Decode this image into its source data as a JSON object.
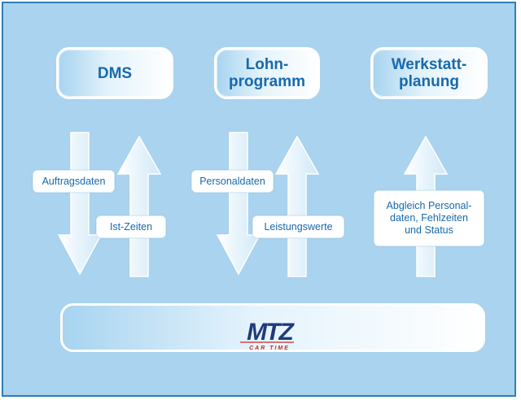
{
  "top_boxes": {
    "dms": "DMS",
    "lohn": "Lohn-\nprogramm",
    "werkstatt": "Werkstatt-\nplanung"
  },
  "labels": {
    "auftragsdaten": "Auftragsdaten",
    "ist_zeiten": "Ist-Zeiten",
    "personaldaten": "Personaldaten",
    "leistungswerte": "Leistungswerte",
    "abgleich": "Abgleich Personal-\ndaten, Fehlzeiten\nund Status"
  },
  "logo": {
    "text": "MTZ",
    "subtext": "CAR TIME"
  },
  "colors": {
    "frame_bg": "#a9d3ee",
    "frame_border": "#2d7fb8",
    "text": "#1769ad",
    "logo_blue": "#1f3a7a",
    "logo_red": "#c8282c"
  }
}
